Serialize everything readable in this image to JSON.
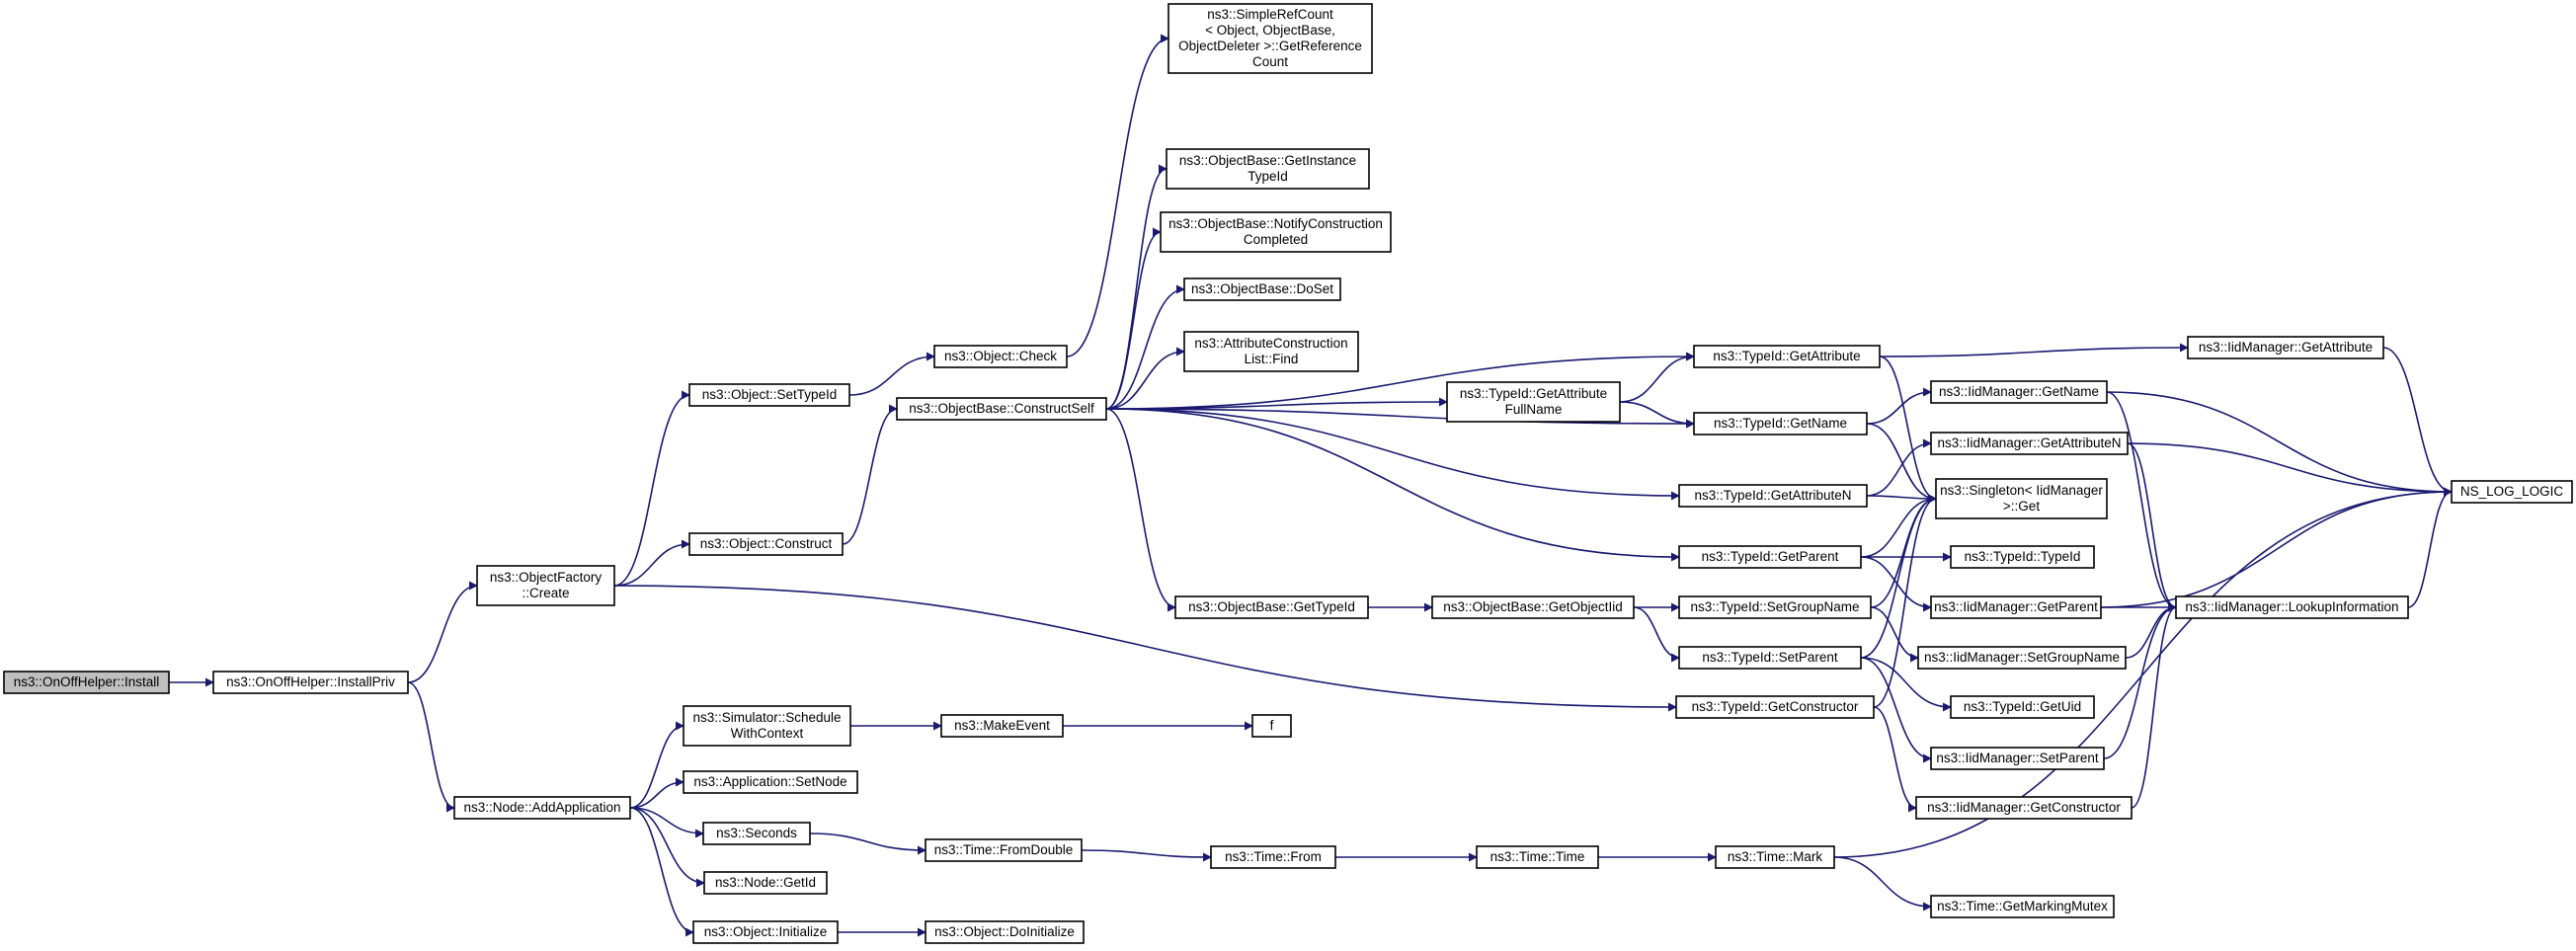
{
  "graph": {
    "nodes": [
      {
        "id": "n0",
        "lines": [
          "ns3::OnOffHelper::Install"
        ],
        "root": true
      },
      {
        "id": "n1",
        "lines": [
          "ns3::OnOffHelper::InstallPriv"
        ]
      },
      {
        "id": "n2",
        "lines": [
          "ns3::ObjectFactory",
          "::Create"
        ]
      },
      {
        "id": "n3",
        "lines": [
          "ns3::Node::AddApplication"
        ]
      },
      {
        "id": "n4",
        "lines": [
          "ns3::Object::SetTypeId"
        ]
      },
      {
        "id": "n5",
        "lines": [
          "ns3::Object::Construct"
        ]
      },
      {
        "id": "n6",
        "lines": [
          "ns3::Simulator::Schedule",
          "WithContext"
        ]
      },
      {
        "id": "n7",
        "lines": [
          "ns3::Application::SetNode"
        ]
      },
      {
        "id": "n8",
        "lines": [
          "ns3::Seconds"
        ]
      },
      {
        "id": "n9",
        "lines": [
          "ns3::Node::GetId"
        ]
      },
      {
        "id": "n10",
        "lines": [
          "ns3::Object::Initialize"
        ]
      },
      {
        "id": "n11",
        "lines": [
          "ns3::Object::Check"
        ]
      },
      {
        "id": "n12",
        "lines": [
          "ns3::ObjectBase::ConstructSelf"
        ]
      },
      {
        "id": "n13",
        "lines": [
          "ns3::MakeEvent"
        ]
      },
      {
        "id": "n14",
        "lines": [
          "ns3::Time::FromDouble"
        ]
      },
      {
        "id": "n15",
        "lines": [
          "ns3::Object::DoInitialize"
        ]
      },
      {
        "id": "n16",
        "lines": [
          "ns3::SimpleRefCount",
          "< Object, ObjectBase,",
          "ObjectDeleter >::GetReference",
          "Count"
        ]
      },
      {
        "id": "n17",
        "lines": [
          "ns3::ObjectBase::GetInstance",
          "TypeId"
        ]
      },
      {
        "id": "n18",
        "lines": [
          "ns3::ObjectBase::NotifyConstruction",
          "Completed"
        ]
      },
      {
        "id": "n19",
        "lines": [
          "ns3::ObjectBase::DoSet"
        ]
      },
      {
        "id": "n20",
        "lines": [
          "ns3::AttributeConstruction",
          "List::Find"
        ]
      },
      {
        "id": "n21",
        "lines": [
          "ns3::ObjectBase::GetTypeId"
        ]
      },
      {
        "id": "n22",
        "lines": [
          "f"
        ]
      },
      {
        "id": "n23",
        "lines": [
          "ns3::Time::From"
        ]
      },
      {
        "id": "n24",
        "lines": [
          "ns3::TypeId::GetAttribute",
          "FullName"
        ]
      },
      {
        "id": "n25",
        "lines": [
          "ns3::ObjectBase::GetObjectIid"
        ]
      },
      {
        "id": "n26",
        "lines": [
          "ns3::Time::Time"
        ]
      },
      {
        "id": "n27",
        "lines": [
          "ns3::TypeId::GetAttribute"
        ]
      },
      {
        "id": "n28",
        "lines": [
          "ns3::TypeId::GetName"
        ]
      },
      {
        "id": "n29",
        "lines": [
          "ns3::TypeId::GetAttributeN"
        ]
      },
      {
        "id": "n30",
        "lines": [
          "ns3::TypeId::GetParent"
        ]
      },
      {
        "id": "n31",
        "lines": [
          "ns3::TypeId::SetGroupName"
        ]
      },
      {
        "id": "n32",
        "lines": [
          "ns3::TypeId::SetParent"
        ]
      },
      {
        "id": "n33",
        "lines": [
          "ns3::TypeId::GetConstructor"
        ]
      },
      {
        "id": "n34",
        "lines": [
          "ns3::Time::Mark"
        ]
      },
      {
        "id": "n35",
        "lines": [
          "ns3::IidManager::GetName"
        ]
      },
      {
        "id": "n36",
        "lines": [
          "ns3::IidManager::GetAttributeN"
        ]
      },
      {
        "id": "n37",
        "lines": [
          "ns3::Singleton< IidManager",
          " >::Get"
        ]
      },
      {
        "id": "n38",
        "lines": [
          "ns3::TypeId::TypeId"
        ]
      },
      {
        "id": "n39",
        "lines": [
          "ns3::IidManager::GetParent"
        ]
      },
      {
        "id": "n40",
        "lines": [
          "ns3::IidManager::SetGroupName"
        ]
      },
      {
        "id": "n41",
        "lines": [
          "ns3::TypeId::GetUid"
        ]
      },
      {
        "id": "n42",
        "lines": [
          "ns3::IidManager::SetParent"
        ]
      },
      {
        "id": "n43",
        "lines": [
          "ns3::IidManager::GetConstructor"
        ]
      },
      {
        "id": "n44",
        "lines": [
          "ns3::Time::GetMarkingMutex"
        ]
      },
      {
        "id": "n45",
        "lines": [
          "ns3::IidManager::GetAttribute"
        ]
      },
      {
        "id": "n46",
        "lines": [
          "NS_LOG_LOGIC"
        ]
      },
      {
        "id": "n47",
        "lines": [
          "ns3::IidManager::LookupInformation"
        ]
      }
    ],
    "edges": [
      [
        "n0",
        "n1"
      ],
      [
        "n1",
        "n2"
      ],
      [
        "n1",
        "n3"
      ],
      [
        "n2",
        "n4"
      ],
      [
        "n2",
        "n5"
      ],
      [
        "n2",
        "n33"
      ],
      [
        "n4",
        "n11"
      ],
      [
        "n11",
        "n16"
      ],
      [
        "n5",
        "n12"
      ],
      [
        "n12",
        "n17"
      ],
      [
        "n12",
        "n18"
      ],
      [
        "n12",
        "n19"
      ],
      [
        "n12",
        "n20"
      ],
      [
        "n12",
        "n24"
      ],
      [
        "n12",
        "n27"
      ],
      [
        "n12",
        "n28"
      ],
      [
        "n12",
        "n29"
      ],
      [
        "n12",
        "n30"
      ],
      [
        "n12",
        "n21"
      ],
      [
        "n21",
        "n25"
      ],
      [
        "n25",
        "n31"
      ],
      [
        "n25",
        "n32"
      ],
      [
        "n24",
        "n27"
      ],
      [
        "n24",
        "n28"
      ],
      [
        "n27",
        "n45"
      ],
      [
        "n27",
        "n37"
      ],
      [
        "n28",
        "n35"
      ],
      [
        "n28",
        "n37"
      ],
      [
        "n29",
        "n36"
      ],
      [
        "n29",
        "n37"
      ],
      [
        "n30",
        "n37"
      ],
      [
        "n30",
        "n38"
      ],
      [
        "n30",
        "n39"
      ],
      [
        "n31",
        "n37"
      ],
      [
        "n31",
        "n40"
      ],
      [
        "n32",
        "n37"
      ],
      [
        "n32",
        "n41"
      ],
      [
        "n32",
        "n42"
      ],
      [
        "n33",
        "n37"
      ],
      [
        "n33",
        "n43"
      ],
      [
        "n35",
        "n46"
      ],
      [
        "n35",
        "n47"
      ],
      [
        "n36",
        "n46"
      ],
      [
        "n36",
        "n47"
      ],
      [
        "n39",
        "n46"
      ],
      [
        "n39",
        "n47"
      ],
      [
        "n40",
        "n47"
      ],
      [
        "n42",
        "n47"
      ],
      [
        "n43",
        "n47"
      ],
      [
        "n45",
        "n46"
      ],
      [
        "n47",
        "n46"
      ],
      [
        "n3",
        "n6"
      ],
      [
        "n3",
        "n7"
      ],
      [
        "n3",
        "n8"
      ],
      [
        "n3",
        "n9"
      ],
      [
        "n3",
        "n10"
      ],
      [
        "n6",
        "n13"
      ],
      [
        "n13",
        "n22"
      ],
      [
        "n8",
        "n14"
      ],
      [
        "n14",
        "n23"
      ],
      [
        "n23",
        "n26"
      ],
      [
        "n26",
        "n34"
      ],
      [
        "n34",
        "n44"
      ],
      [
        "n34",
        "n46"
      ],
      [
        "n10",
        "n15"
      ]
    ]
  }
}
